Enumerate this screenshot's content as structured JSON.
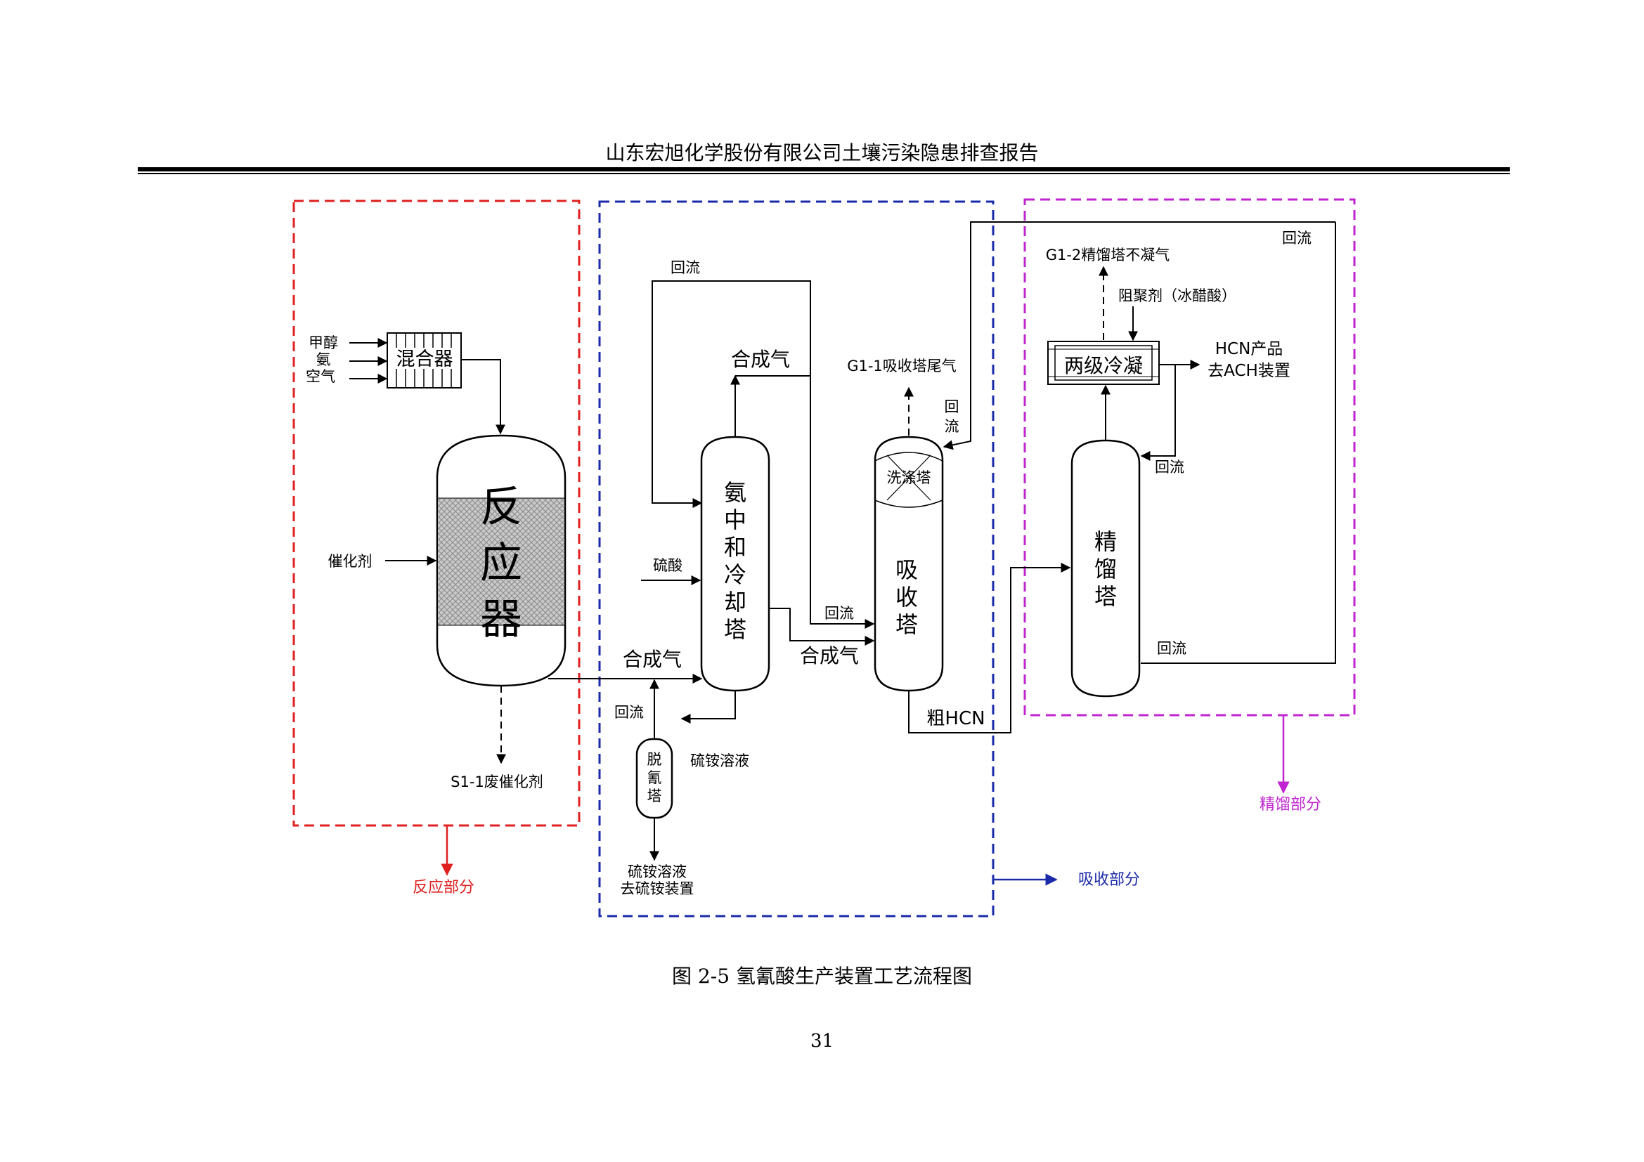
{
  "header": {
    "title": "山东宏旭化学股份有限公司土壤污染隐患排查报告"
  },
  "colors": {
    "reaction": "#e02020",
    "absorption": "#1a2aa8",
    "distillation": "#c024d0"
  },
  "sections": {
    "reaction": "反应部分",
    "absorption": "吸收部分",
    "distillation": "精馏部分"
  },
  "reaction": {
    "inputs": [
      "甲醇",
      "氨",
      "空气"
    ],
    "mixer": "混合器",
    "reactor": [
      "反",
      "应",
      "器"
    ],
    "catalyst": "催化剂",
    "waste_catalyst": "S1-1废催化剂"
  },
  "absorption": {
    "reflux_top": "回流",
    "syngas_top": "合成气",
    "neutralizer": [
      "氨",
      "中",
      "和",
      "冷",
      "却",
      "塔"
    ],
    "sulfuric_acid": "硫酸",
    "syngas_in": "合成气",
    "syngas_out": "合成气",
    "reflux_mid": "回流",
    "reflux_bottom": "回流",
    "ammonium_sulfate": "硫铵溶液",
    "stripper": [
      "脱",
      "氰",
      "塔"
    ],
    "ammonium_out_1": "硫铵溶液",
    "ammonium_out_2": "去硫铵装置",
    "tail_gas": "G1-1吸收塔尾气",
    "reflux_side": [
      "回",
      "流"
    ],
    "wash_tower": "洗涤塔",
    "absorber": [
      "吸",
      "收",
      "塔"
    ],
    "crude_hcn": "粗HCN"
  },
  "distillation": {
    "reflux_top": "回流",
    "off_gas": "G1-2精馏塔不凝气",
    "inhibitor": "阻聚剂（冰醋酸）",
    "condenser": "两级冷凝",
    "product_1": "HCN产品",
    "product_2": "去ACH装置",
    "reflux_cond": "回流",
    "column": [
      "精",
      "馏",
      "塔"
    ],
    "reflux_bottom": "回流"
  },
  "caption": "图 2-5  氢氰酸生产装置工艺流程图",
  "page_number": "31"
}
